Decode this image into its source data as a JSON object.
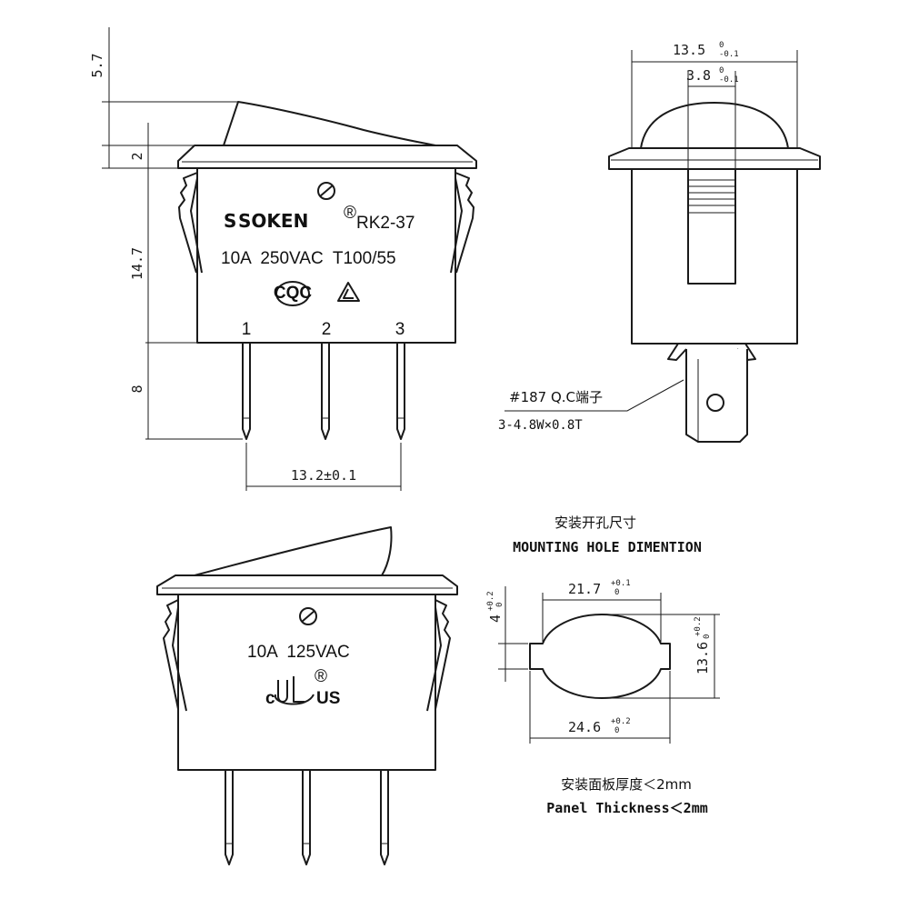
{
  "front_view": {
    "brand": "SOKEN",
    "registered_mark": "®",
    "model": "RK2-37",
    "rating": "10A  250VAC  T100/55",
    "cert_mark": "CQC",
    "pins": [
      "1",
      "2",
      "3"
    ],
    "dims": {
      "top_rocker": "5.7",
      "flange": "2",
      "body_height": "14.7",
      "pin_length": "8",
      "pin_pitch": "13.2±0.1"
    }
  },
  "side_view": {
    "width_main": "13.5",
    "width_main_tol_upper": "0",
    "width_main_tol_lower": "-0.1",
    "width_slot": "3.8",
    "width_slot_tol_upper": "0",
    "width_slot_tol_lower": "-0.1",
    "terminal_note_1": "#187 Q.C端子",
    "terminal_note_2": "3-4.8W×0.8T"
  },
  "bottom_view": {
    "rating": "10A  125VAC",
    "ul_mark": "UL",
    "ul_prefix": "c",
    "ul_suffix": "US",
    "registered_mark": "®"
  },
  "mounting_hole": {
    "title_cn": "安装开孔尺寸",
    "title_en": "MOUNTING HOLE DIMENTION",
    "top_width": "21.7",
    "top_width_tol_upper": "+0.1",
    "top_width_tol_lower": "0",
    "bottom_width": "24.6",
    "bottom_width_tol_upper": "+0.2",
    "bottom_width_tol_lower": "0",
    "height": "13.6",
    "height_tol_upper": "+0.2",
    "height_tol_lower": "0",
    "notch": "4",
    "notch_tol_upper": "+0.2",
    "notch_tol_lower": "0",
    "panel_cn": "安装面板厚度＜2mm",
    "panel_en": "Panel Thickness＜2mm"
  }
}
